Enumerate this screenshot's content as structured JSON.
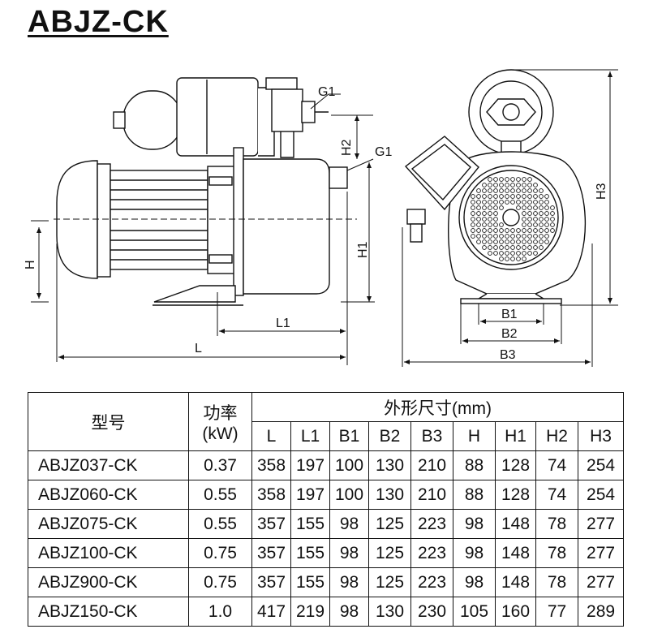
{
  "title": "ABJZ-CK",
  "drawing": {
    "labels": {
      "g1_top": "G1",
      "g1_side": "G1",
      "h2": "H2",
      "h1": "H1",
      "h": "H",
      "l1": "L1",
      "l": "L",
      "h3": "H3",
      "b1": "B1",
      "b2": "B2",
      "b3": "B3"
    }
  },
  "table": {
    "model_header": "型号",
    "power_header_line1": "功率",
    "power_header_line2": "(kW)",
    "dims_header": "外形尺寸(mm)",
    "dim_columns": [
      "L",
      "L1",
      "B1",
      "B2",
      "B3",
      "H",
      "H1",
      "H2",
      "H3"
    ],
    "rows": [
      {
        "model": "ABJZ037-CK",
        "power": "0.37",
        "dims": [
          "358",
          "197",
          "100",
          "130",
          "210",
          "88",
          "128",
          "74",
          "254"
        ]
      },
      {
        "model": "ABJZ060-CK",
        "power": "0.55",
        "dims": [
          "358",
          "197",
          "100",
          "130",
          "210",
          "88",
          "128",
          "74",
          "254"
        ]
      },
      {
        "model": "ABJZ075-CK",
        "power": "0.55",
        "dims": [
          "357",
          "155",
          "98",
          "125",
          "223",
          "98",
          "148",
          "78",
          "277"
        ]
      },
      {
        "model": "ABJZ100-CK",
        "power": "0.75",
        "dims": [
          "357",
          "155",
          "98",
          "125",
          "223",
          "98",
          "148",
          "78",
          "277"
        ]
      },
      {
        "model": "ABJZ900-CK",
        "power": "0.75",
        "dims": [
          "357",
          "155",
          "98",
          "125",
          "223",
          "98",
          "148",
          "78",
          "277"
        ]
      },
      {
        "model": "ABJZ150-CK",
        "power": "1.0",
        "dims": [
          "417",
          "219",
          "98",
          "130",
          "230",
          "105",
          "160",
          "77",
          "289"
        ]
      }
    ]
  }
}
